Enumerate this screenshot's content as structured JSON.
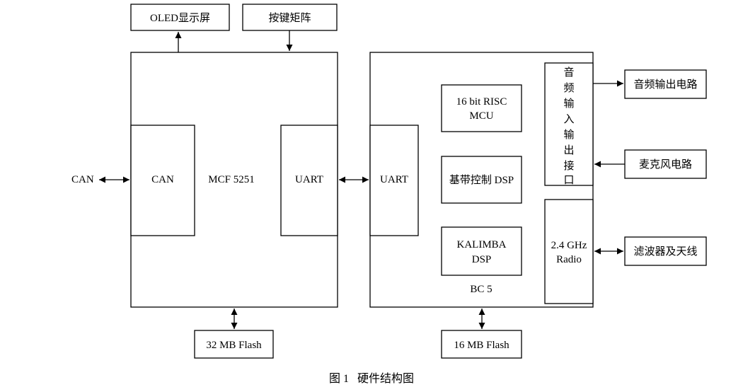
{
  "blocks": {
    "oled": "OLED显示屏",
    "keypad": "按键矩阵",
    "mcf_can": "CAN",
    "mcf_name": "MCF 5251",
    "mcf_uart": "UART",
    "bc5_uart": "UART",
    "risc_line1": "16 bit RISC",
    "risc_line2": "MCU",
    "baseband": "基带控制 DSP",
    "kalimba_line1": "KALIMBA",
    "kalimba_line2": "DSP",
    "bc5_name": "BC 5",
    "audio_if_chars": [
      "音",
      "频",
      "输",
      "入",
      "输",
      "出",
      "接",
      "口"
    ],
    "radio_line1": "2.4 GHz",
    "radio_line2": "Radio",
    "audio_out": "音频输出电路",
    "mic": "麦克风电路",
    "filter": "滤波器及天线",
    "flash32": "32 MB Flash",
    "flash16": "16 MB Flash",
    "can_ext": "CAN"
  },
  "caption": "图 1   硬件结构图"
}
